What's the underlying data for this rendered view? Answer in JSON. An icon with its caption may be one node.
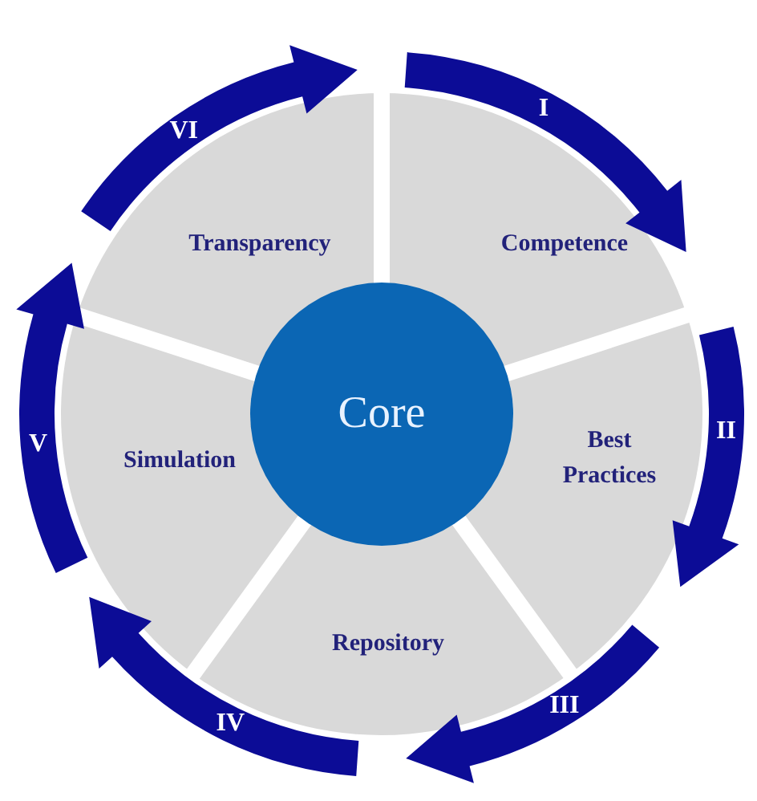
{
  "diagram": {
    "nodes": [
      {
        "text": [
          "Core"
        ]
      },
      {
        "text": [
          "Competence"
        ]
      },
      {
        "text": [
          "Best Practices"
        ]
      },
      {
        "text": [
          "Repository"
        ]
      },
      {
        "text": [
          "Simulation"
        ]
      },
      {
        "text": [
          "Transparency"
        ]
      }
    ],
    "edges": [
      {
        "from": 5,
        "to": 1,
        "arrow": "to",
        "label": "I"
      },
      {
        "from": 1,
        "to": 2,
        "arrow": "to",
        "label": "II"
      },
      {
        "from": 2,
        "to": 3,
        "arrow": "to",
        "label": "III"
      },
      {
        "from": 3,
        "to": 4,
        "arrow": "to",
        "label": "IV"
      },
      {
        "from": 4,
        "to": 5,
        "arrow": "to",
        "label": "V"
      },
      {
        "from": 5,
        "to": 1,
        "arrow": "to",
        "label": "VI"
      }
    ]
  }
}
